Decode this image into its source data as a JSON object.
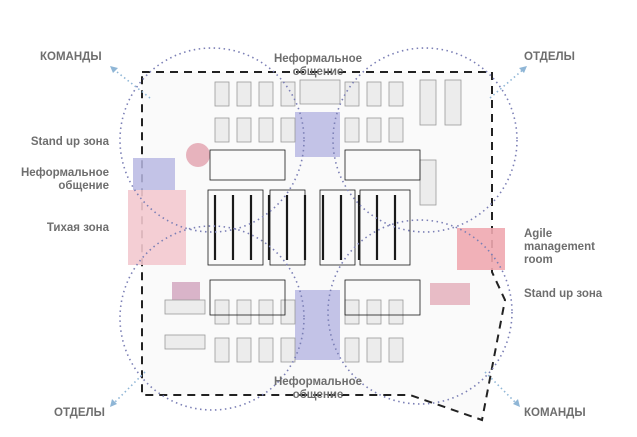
{
  "title": "Office floor plan zoning",
  "labels": {
    "top_left": "КОМАНДЫ",
    "top_center_1": "Неформальное",
    "top_center_2": "общение",
    "top_right": "ОТДЕЛЫ",
    "left_standup": "Stand up зона",
    "left_informal_1": "Неформальное",
    "left_informal_2": "общение",
    "left_quiet": "Тихая зона",
    "right_agile_1": "Agile",
    "right_agile_2": "management",
    "right_agile_3": "room",
    "right_standup": "Stand up зона",
    "bottom_center_1": "Неформальное",
    "bottom_center_2": "общение",
    "bottom_left": "ОТДЕЛЫ",
    "bottom_right": "КОМАНДЫ"
  },
  "colors": {
    "informal_zone": "#b9b9e3",
    "quiet_zone": "#f3c9cf",
    "agile_zone": "#f0a9b0",
    "walls": "#1a1a1a",
    "circle_dots": "#7b7fb5",
    "arrow_dots": "#8fb6d6",
    "label_text": "#6e6e6e"
  }
}
